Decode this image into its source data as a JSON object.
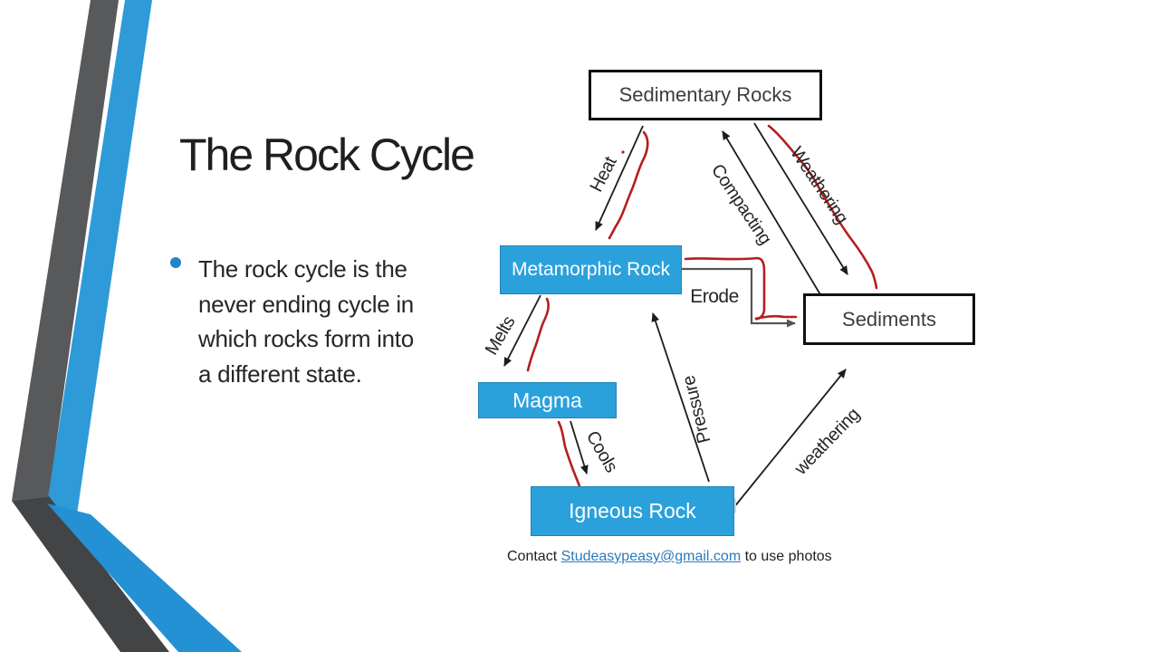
{
  "slide": {
    "title": "The Rock Cycle",
    "bullet": "The rock cycle is the never ending cycle in which rocks form into a different state.",
    "footer": {
      "prefix": "Contact",
      "email": "Studeasypeasy@gmail.com",
      "suffix": "to use photos"
    }
  },
  "diagram": {
    "nodes": [
      {
        "id": "sedimentary",
        "label": "Sedimentary Rocks",
        "style": "outline"
      },
      {
        "id": "metamorphic",
        "label": "Metamorphic Rock",
        "style": "fill"
      },
      {
        "id": "magma",
        "label": "Magma",
        "style": "fill"
      },
      {
        "id": "igneous",
        "label": "Igneous Rock",
        "style": "fill"
      },
      {
        "id": "sediments",
        "label": "Sediments",
        "style": "outline"
      }
    ],
    "edges": [
      {
        "label": "Heat",
        "from": "Sedimentary Rocks",
        "to": "Metamorphic Rock"
      },
      {
        "label": "Compacting",
        "from": "Sediments",
        "to": "Sedimentary Rocks"
      },
      {
        "label": "Weathering",
        "from": "Sedimentary Rocks",
        "to": "Sediments"
      },
      {
        "label": "Erode",
        "from": "Metamorphic Rock",
        "to": "Sediments"
      },
      {
        "label": "Melts",
        "from": "Metamorphic Rock",
        "to": "Magma"
      },
      {
        "label": "Pressure",
        "from": "Igneous Rock",
        "to": "Metamorphic Rock"
      },
      {
        "label": "Cools",
        "from": "Magma",
        "to": "Igneous Rock"
      },
      {
        "label": "weathering",
        "from": "Igneous Rock",
        "to": "Sediments"
      }
    ]
  },
  "colors": {
    "node_fill_blue": "#2ba1dc",
    "node_border_blue": "#1d82ba",
    "stripe_blue": "#2e9ad8",
    "stripe_gray": "#58595b",
    "annotation_red": "#b41f1f",
    "connector_gray": "#555555",
    "line_black": "#1c1c1c",
    "bullet_blue": "#2283c5",
    "link_blue": "#2e79bd"
  }
}
